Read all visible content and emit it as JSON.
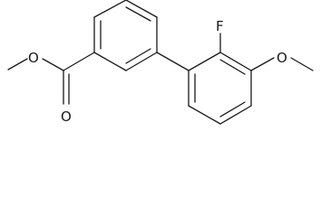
{
  "molecule": {
    "atom_labels": {
      "ester_oxygen": "O",
      "carbonyl_oxygen": "O",
      "fluorine": "F",
      "methoxy_oxygen": "O"
    },
    "colors": {
      "bond": "#1a1a1a",
      "label": "#1a1a1a",
      "background": "#ffffff"
    }
  }
}
